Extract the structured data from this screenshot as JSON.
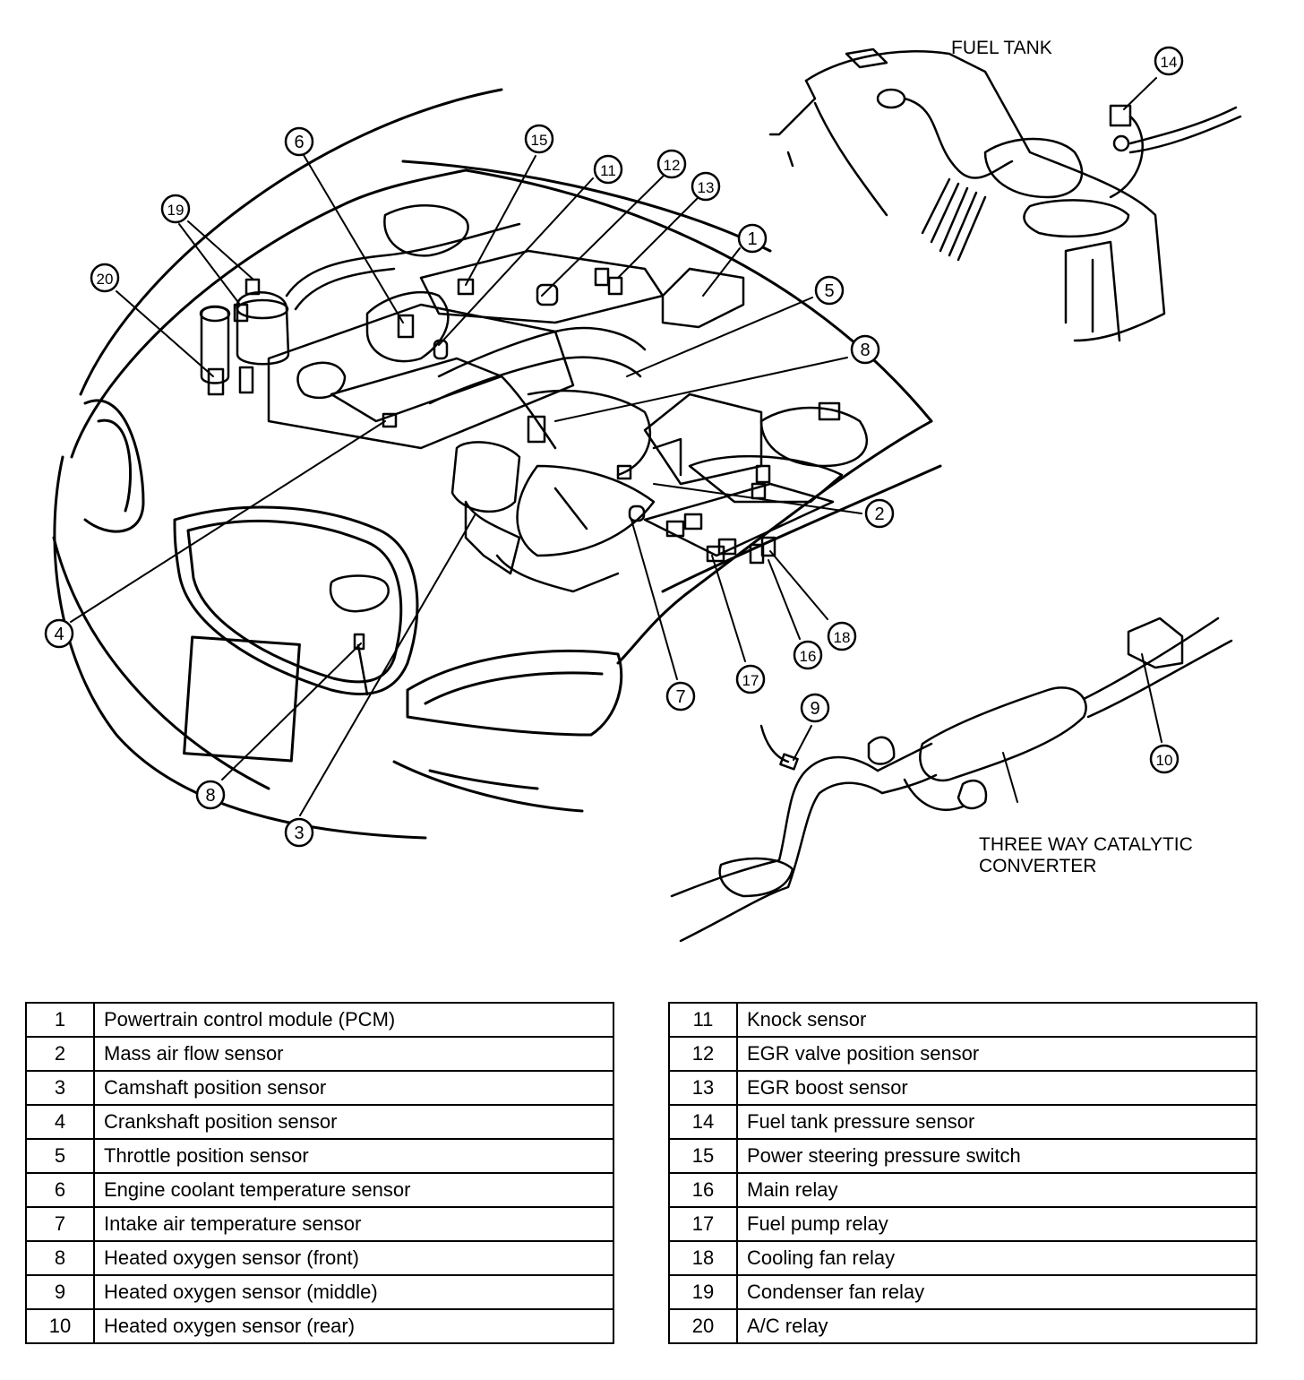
{
  "diagram": {
    "labels": {
      "fuel_tank": "FUEL TANK",
      "converter_line1": "THREE WAY CATALYTIC",
      "converter_line2": "CONVERTER"
    },
    "callouts": [
      "1",
      "2",
      "3",
      "4",
      "5",
      "6",
      "7",
      "8",
      "8",
      "9",
      "10",
      "11",
      "12",
      "13",
      "14",
      "15",
      "16",
      "17",
      "18",
      "19",
      "20"
    ]
  },
  "legend": {
    "left": [
      {
        "num": "1",
        "desc": "Powertrain control module (PCM)"
      },
      {
        "num": "2",
        "desc": "Mass air flow sensor"
      },
      {
        "num": "3",
        "desc": "Camshaft position sensor"
      },
      {
        "num": "4",
        "desc": "Crankshaft position sensor"
      },
      {
        "num": "5",
        "desc": "Throttle position sensor"
      },
      {
        "num": "6",
        "desc": "Engine coolant temperature sensor"
      },
      {
        "num": "7",
        "desc": "Intake air temperature sensor"
      },
      {
        "num": "8",
        "desc": "Heated oxygen sensor (front)"
      },
      {
        "num": "9",
        "desc": "Heated oxygen sensor (middle)"
      },
      {
        "num": "10",
        "desc": "Heated oxygen sensor (rear)"
      }
    ],
    "right": [
      {
        "num": "11",
        "desc": "Knock sensor"
      },
      {
        "num": "12",
        "desc": "EGR valve position sensor"
      },
      {
        "num": "13",
        "desc": "EGR boost sensor"
      },
      {
        "num": "14",
        "desc": "Fuel tank pressure sensor"
      },
      {
        "num": "15",
        "desc": "Power steering pressure switch"
      },
      {
        "num": "16",
        "desc": "Main relay"
      },
      {
        "num": "17",
        "desc": "Fuel pump relay"
      },
      {
        "num": "18",
        "desc": "Cooling fan relay"
      },
      {
        "num": "19",
        "desc": "Condenser fan relay"
      },
      {
        "num": "20",
        "desc": "A/C relay"
      }
    ]
  }
}
